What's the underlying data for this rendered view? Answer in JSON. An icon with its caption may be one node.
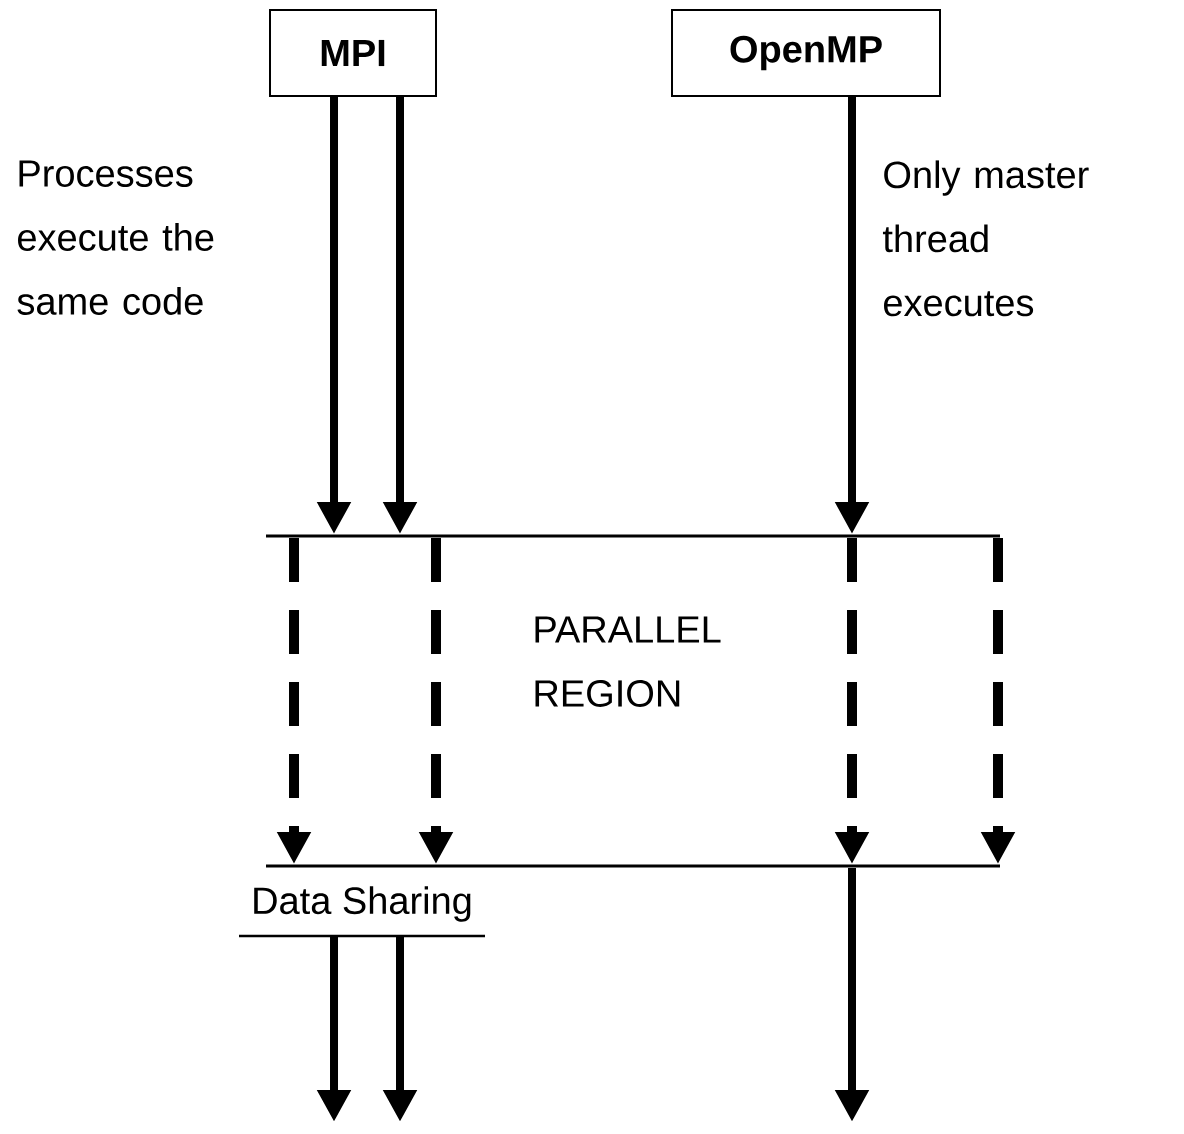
{
  "diagram": {
    "nodes": [
      {
        "text": [
          "MPI"
        ]
      },
      {
        "text": [
          "OpenMP"
        ]
      },
      {
        "text": [
          "Data Sharing"
        ]
      },
      {
        "text": [],
        "shape": "bar"
      },
      {
        "text": [],
        "shape": "bar"
      }
    ],
    "edges": [
      {
        "from": 0,
        "to": 3,
        "arrow": "to"
      },
      {
        "from": 0,
        "to": 3,
        "arrow": "to"
      },
      {
        "from": 1,
        "to": 3,
        "arrow": "to"
      },
      {
        "from": 3,
        "to": 4,
        "arrow": "to",
        "style": "dashed"
      },
      {
        "from": 3,
        "to": 4,
        "arrow": "to",
        "style": "dashed"
      },
      {
        "from": 3,
        "to": 4,
        "arrow": "to",
        "style": "dashed"
      },
      {
        "from": 3,
        "to": 4,
        "arrow": "to",
        "style": "dashed"
      },
      {
        "from": 2,
        "to": null,
        "arrow": "to"
      },
      {
        "from": 2,
        "to": null,
        "arrow": "to"
      },
      {
        "from": 4,
        "to": null,
        "arrow": "to"
      }
    ],
    "labels": [
      "Processes execute the same code",
      "Only master thread executes",
      "PARALLEL REGION"
    ]
  }
}
